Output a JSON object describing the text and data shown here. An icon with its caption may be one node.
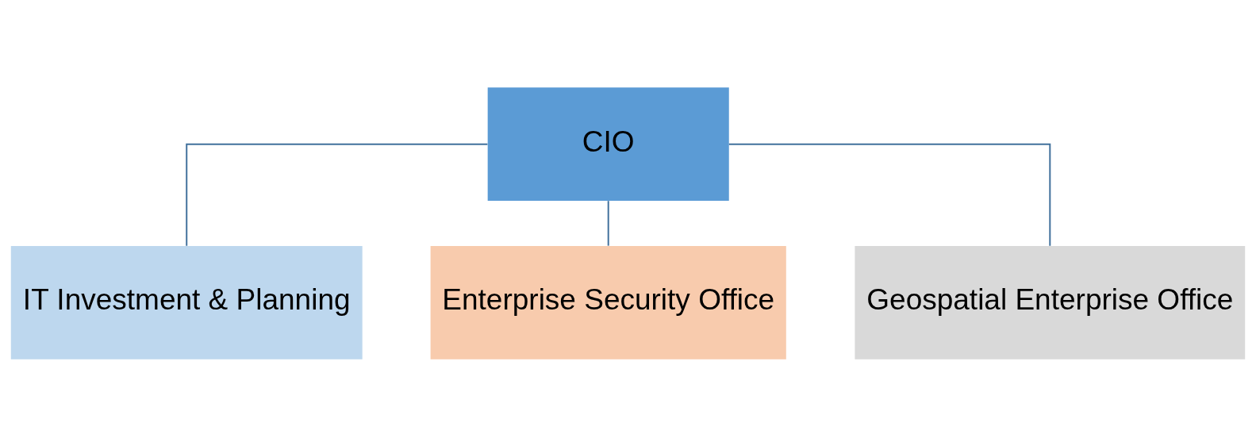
{
  "diagram": {
    "nodes": [
      {
        "text": [
          "CIO"
        ]
      },
      {
        "text": [
          "IT Investment & Planning"
        ]
      },
      {
        "text": [
          "Enterprise Security Office"
        ]
      },
      {
        "text": [
          "Geospatial Enterprise Office"
        ]
      }
    ],
    "edges": [
      {
        "from": 0,
        "to": 1,
        "arrow": "none"
      },
      {
        "from": 0,
        "to": 2,
        "arrow": "none"
      },
      {
        "from": 0,
        "to": 3,
        "arrow": "none"
      }
    ]
  }
}
